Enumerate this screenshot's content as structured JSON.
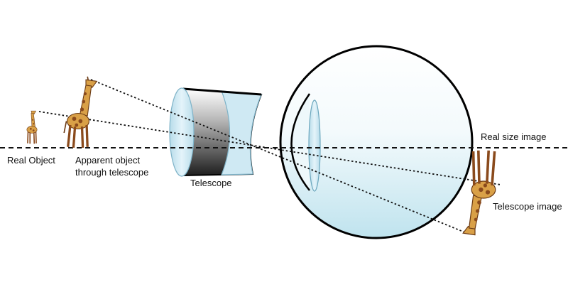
{
  "labels": {
    "real_object": "Real Object",
    "apparent_line1": "Apparent object",
    "apparent_line2": "through telescope",
    "telescope": "Telescope",
    "real_size_image": "Real size image",
    "telescope_image": "Telescope image"
  },
  "colors": {
    "line": "#111111",
    "lens_fill": "#cfe9f3",
    "lens_stroke": "#7fb3c8",
    "eye_fill_top": "#ffffff",
    "eye_fill_bottom": "#bfe3ee",
    "giraffe_body": "#d9a047",
    "giraffe_spot": "#8a4a1c"
  },
  "icons": [
    "giraffe-icon",
    "telescope-icon",
    "eye-icon"
  ]
}
